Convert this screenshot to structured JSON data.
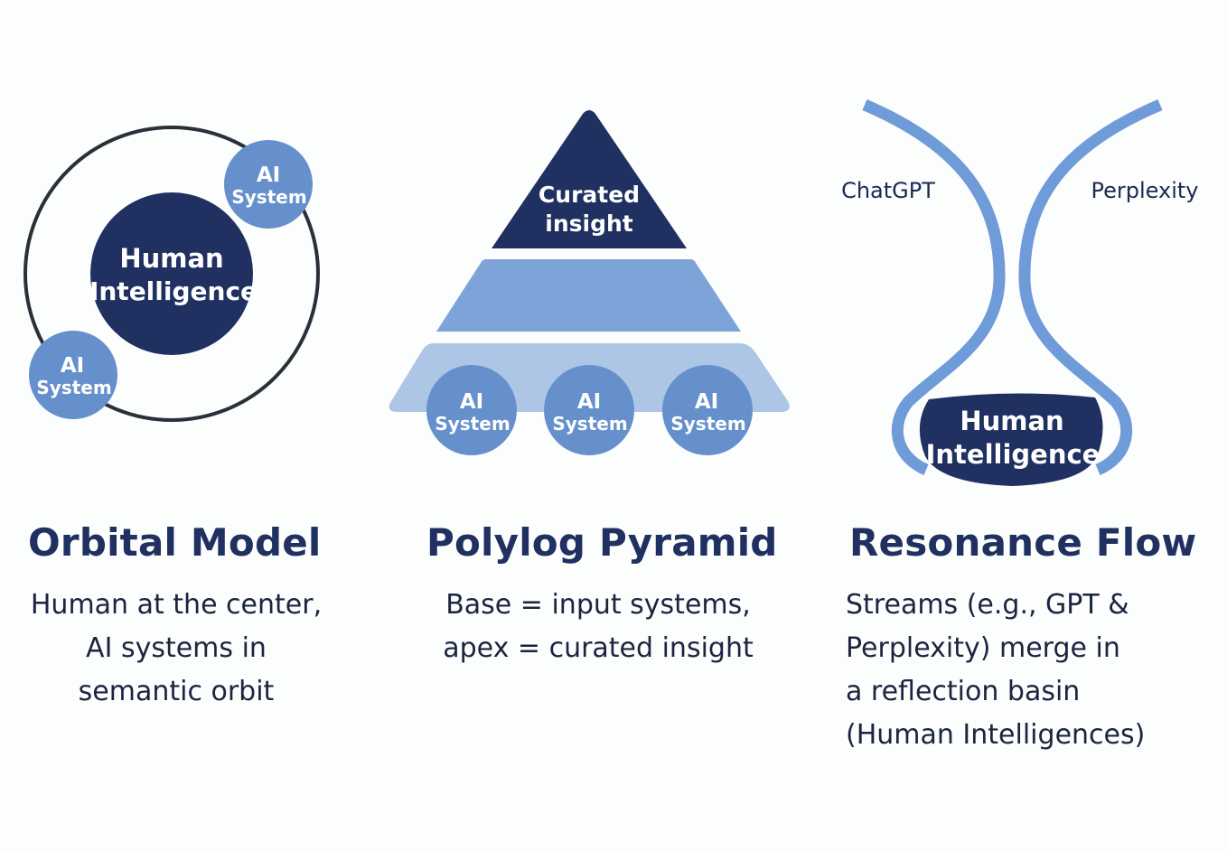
{
  "colors": {
    "dark_navy": "#1f3061",
    "medium_blue": "#6690cc",
    "light_blue": "#7ea3d9",
    "pale_blue": "#adc6e6",
    "ring": "#2b2f38",
    "text": "#1b2540"
  },
  "orbital": {
    "center_label": [
      "Human",
      "Intelligence"
    ],
    "satellites": [
      {
        "label": [
          "AI",
          "System"
        ]
      },
      {
        "label": [
          "AI",
          "System"
        ]
      }
    ],
    "title": "Orbital Model",
    "description": [
      "Human at the center,",
      "AI systems in",
      "semantic orbit"
    ]
  },
  "pyramid": {
    "apex_label": [
      "Curated",
      "insight"
    ],
    "base_nodes": [
      {
        "label": [
          "AI",
          "System"
        ]
      },
      {
        "label": [
          "AI",
          "System"
        ]
      },
      {
        "label": [
          "AI",
          "System"
        ]
      }
    ],
    "title": "Polylog Pyramid",
    "description": [
      "Base = input systems,",
      "apex = curated insight"
    ]
  },
  "resonance": {
    "left_stream": "ChatGPT",
    "right_stream": "Perplexity",
    "basin_label": [
      "Human",
      "Intelligence"
    ],
    "title": "Resonance Flow",
    "description": [
      "Streams (e.g., GPT &",
      "Perplexity) merge in",
      "a reflection basin",
      "(Human Intelligences)"
    ]
  }
}
